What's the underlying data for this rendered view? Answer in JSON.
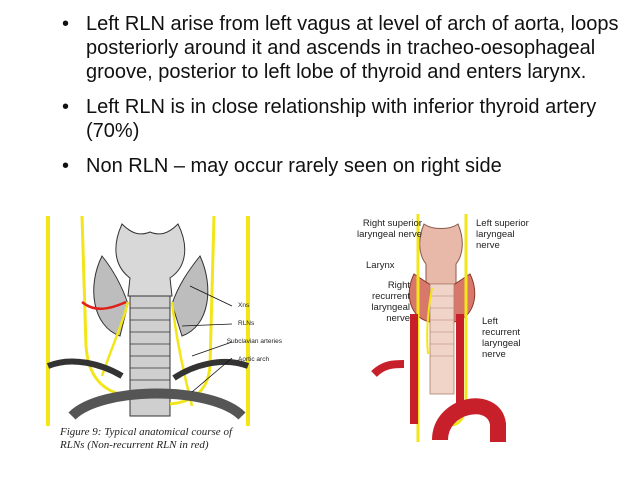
{
  "bullets": [
    "Left RLN arise from left vagus at level of arch of aorta, loops posteriorly around it and ascends in tracheo-oesophageal groove, posterior to left lobe of thyroid and enters larynx.",
    "Left RLN is in close relationship with inferior thyroid artery (70%)",
    "Non RLN – may occur rarely seen on right side"
  ],
  "bullet_icon": "bullet-dot-icon",
  "figure_left": {
    "labels": [
      "Xns",
      "RLNs",
      "Subclavian arteries",
      "Aortic arch"
    ],
    "caption_line1": "Figure 9: Typical anatomical course of",
    "caption_line2": "RLNs (Non-recurrent RLN in red)"
  },
  "figure_right": {
    "right_superior": [
      "Right superior",
      "laryngeal nerve"
    ],
    "left_superior": [
      "Left superior",
      "laryngeal",
      "nerve"
    ],
    "larynx": "Larynx",
    "right_recurrent": [
      "Right",
      "recurrent",
      "laryngeal",
      "nerve"
    ],
    "left_recurrent": [
      "Left",
      "recurrent",
      "laryngeal",
      "nerve"
    ]
  },
  "colors": {
    "nerve_yellow": "#f2e619",
    "nonrecurrent_red": "#e0201a",
    "artery_red": "#c8202a",
    "text": "#111111"
  }
}
